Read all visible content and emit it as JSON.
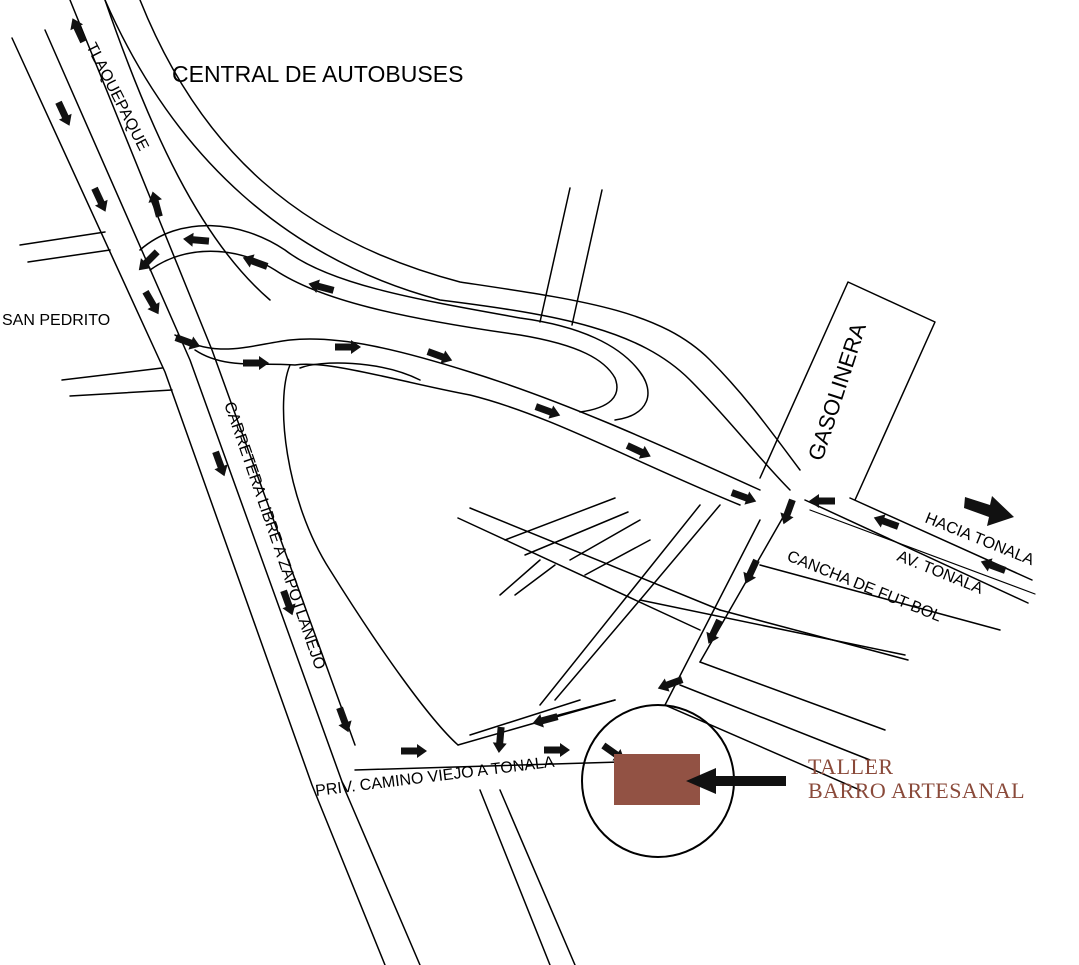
{
  "labels": {
    "central": "CENTRAL DE AUTOBUSES",
    "tlaquepaque": "TLAQUEPAQUE",
    "san_pedrito": "SAN PEDRITO",
    "carretera": "CARRETERA LIBRE A ZAPOTLANEJO",
    "gasolinera": "GASOLINERA",
    "hacia_tonala": "HACIA TONALA",
    "av_tonala": "AV. TONALA",
    "cancha": "CANCHA DE FUT BOL",
    "priv": "PRIV. CAMINO VIEJO A TONALA",
    "taller_line1": "TALLER",
    "taller_line2": "BARRO ARTESANAL"
  },
  "colors": {
    "building": "#925244",
    "taller_text": "#8a4a3a",
    "ink": "#000000"
  },
  "icons": {
    "arrow": "arrow-icon",
    "pointer": "pointer-arrow-icon"
  }
}
